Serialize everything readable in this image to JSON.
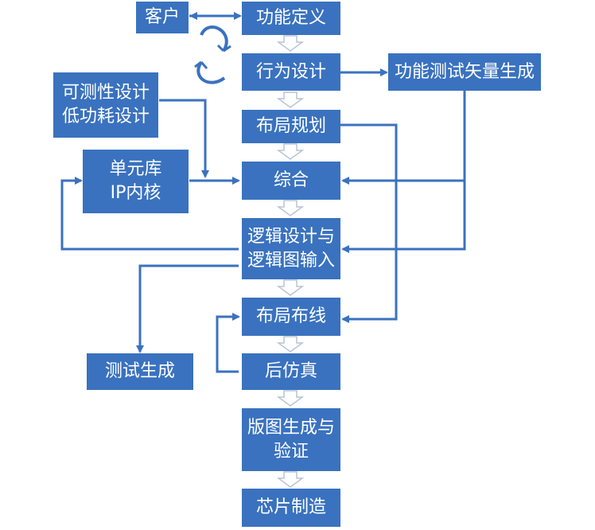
{
  "nodes": {
    "customer": "客户",
    "function_def": "功能定义",
    "behavior_design": "行为设计",
    "func_test_vec": "功能测试矢量生成",
    "testability": [
      "可测性设计",
      "低功耗设计"
    ],
    "floorplan": "布局规划",
    "cell_lib": [
      "单元库",
      "IP内核"
    ],
    "synthesis": "综合",
    "logic_design": [
      "逻辑设计与",
      "逻辑图输入"
    ],
    "place_route": "布局布线",
    "test_gen": "测试生成",
    "post_sim": "后仿真",
    "layout_gen": [
      "版图生成与",
      "验证"
    ],
    "chip_mfg": "芯片制造"
  },
  "colors": {
    "box": "#3a72bf",
    "arrow": "#3a72bf",
    "flow_arrow": "#b8c4d6"
  }
}
